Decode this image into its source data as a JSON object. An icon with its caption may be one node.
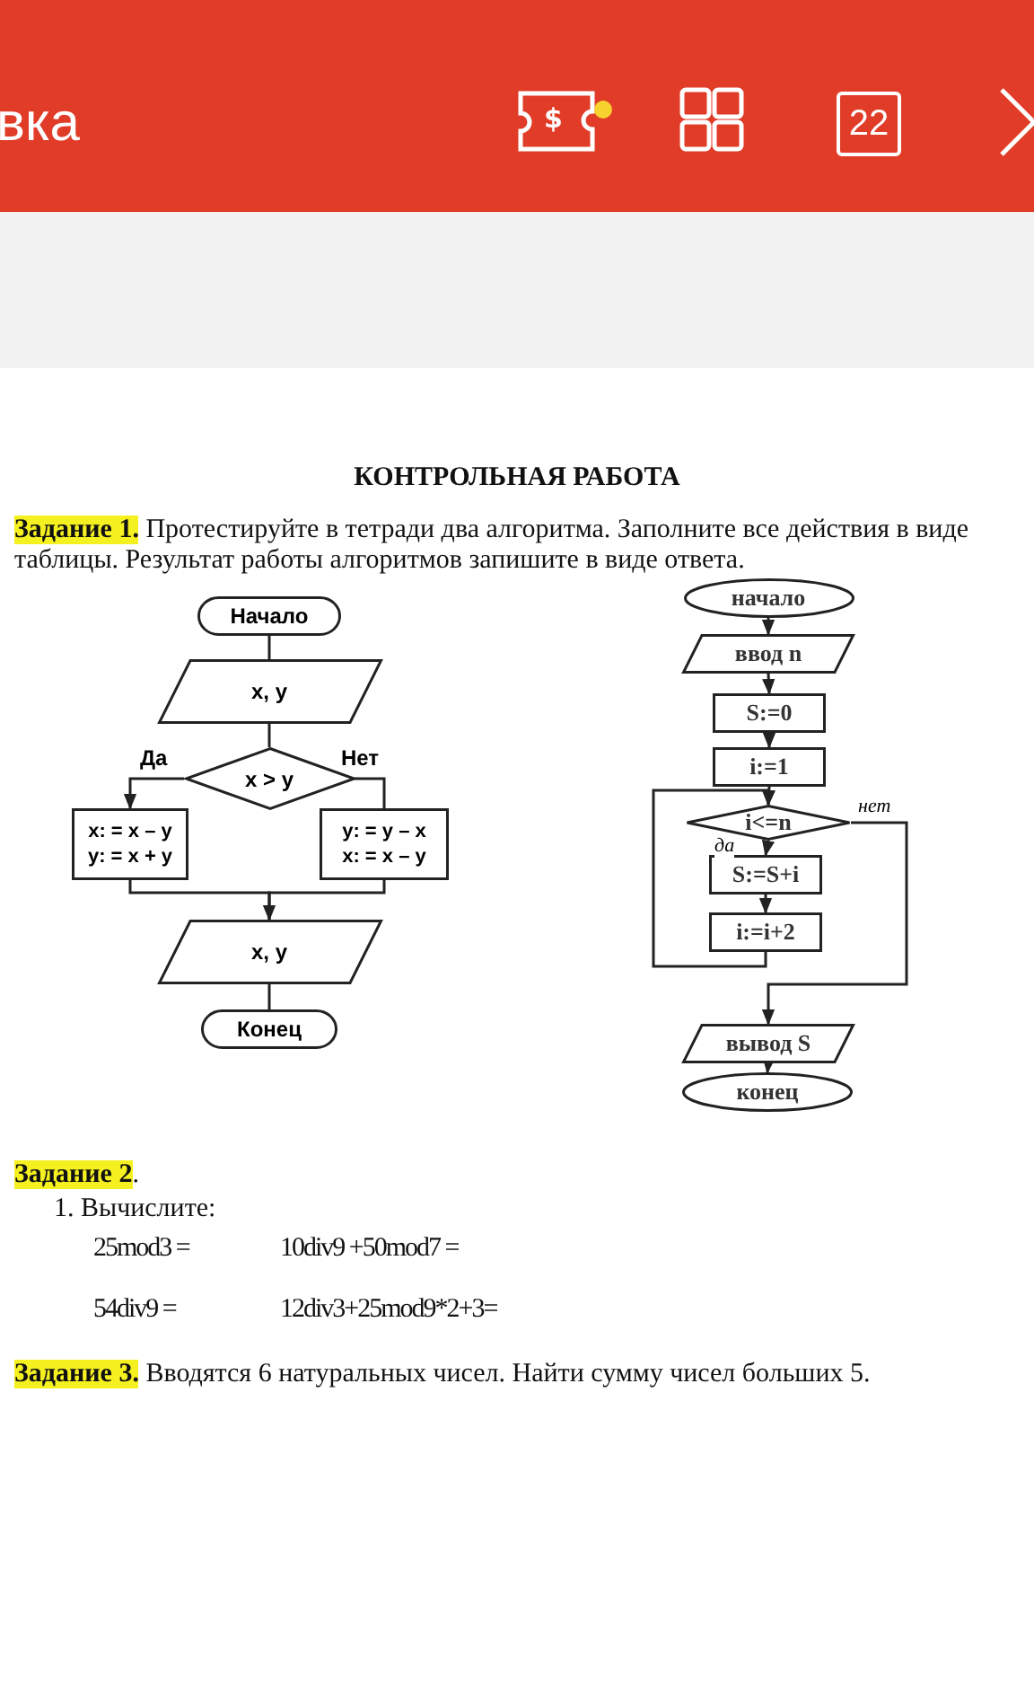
{
  "diagram": {
    "title": "КОНТРОЛЬНАЯ РАБОТА",
    "nodes": [
      {
        "text": [
          "Начало"
        ]
      },
      {
        "text": [
          "x, y"
        ]
      },
      {
        "text": [
          "x > y"
        ]
      },
      {
        "text": [
          "x: = x – y y: = x + y"
        ]
      },
      {
        "text": [
          "y: = y – x x: = x – y"
        ]
      },
      {
        "text": [
          "x, y"
        ]
      },
      {
        "text": [
          "Конец"
        ]
      },
      {
        "text": [
          "начало"
        ]
      },
      {
        "text": [
          "ввод n"
        ]
      },
      {
        "text": [
          "S:=0"
        ]
      },
      {
        "text": [
          "i:=1"
        ]
      },
      {
        "text": [
          "i<=n"
        ]
      },
      {
        "text": [
          "S:=S+i"
        ]
      },
      {
        "text": [
          "i:=i+2"
        ]
      },
      {
        "text": [
          "вывод S"
        ]
      },
      {
        "text": [
          "конец"
        ]
      }
    ],
    "edges": [
      {
        "from": 0,
        "to": 1,
        "arrow": "none"
      },
      {
        "from": 1,
        "to": 2,
        "arrow": "none"
      },
      {
        "from": 2,
        "to": 3,
        "label": "Да",
        "arrow": "to"
      },
      {
        "from": 2,
        "to": 4,
        "label": "Нет",
        "arrow": "none"
      },
      {
        "from": 3,
        "to": 5,
        "arrow": "none"
      },
      {
        "from": 4,
        "to": 5,
        "arrow": "to"
      },
      {
        "from": 5,
        "to": 6,
        "arrow": "none"
      },
      {
        "from": 7,
        "to": 8,
        "arrow": "to"
      },
      {
        "from": 8,
        "to": 9,
        "arrow": "to"
      },
      {
        "from": 9,
        "to": 10,
        "arrow": "to"
      },
      {
        "from": 10,
        "to": 11,
        "arrow": "to"
      },
      {
        "from": 11,
        "to": 12,
        "label": "да",
        "arrow": "to"
      },
      {
        "from": 12,
        "to": 13,
        "arrow": "to"
      },
      {
        "from": 13,
        "to": 11,
        "arrow": "to"
      },
      {
        "from": 11,
        "to": 14,
        "label": "нет",
        "arrow": "to"
      },
      {
        "from": 14,
        "to": 15,
        "arrow": "to"
      }
    ],
    "labels": [
      "вка",
      "$",
      "22",
      "**Задание 1.** Протестируйте в тетради два алгоритма. Заполните все действия в виде таблицы. Результат работы алгоритмов запишите в виде ответа.",
      "**Задание 2**.",
      "1. Вычислите:",
      "25mod3 =",
      "10div9 +50mod7 =",
      "54div9 =",
      "12div3+25mod9*2+3=",
      "**Задание 3.** Вводятся 6 натуральных чисел. Найти сумму чисел больших 5."
    ]
  }
}
